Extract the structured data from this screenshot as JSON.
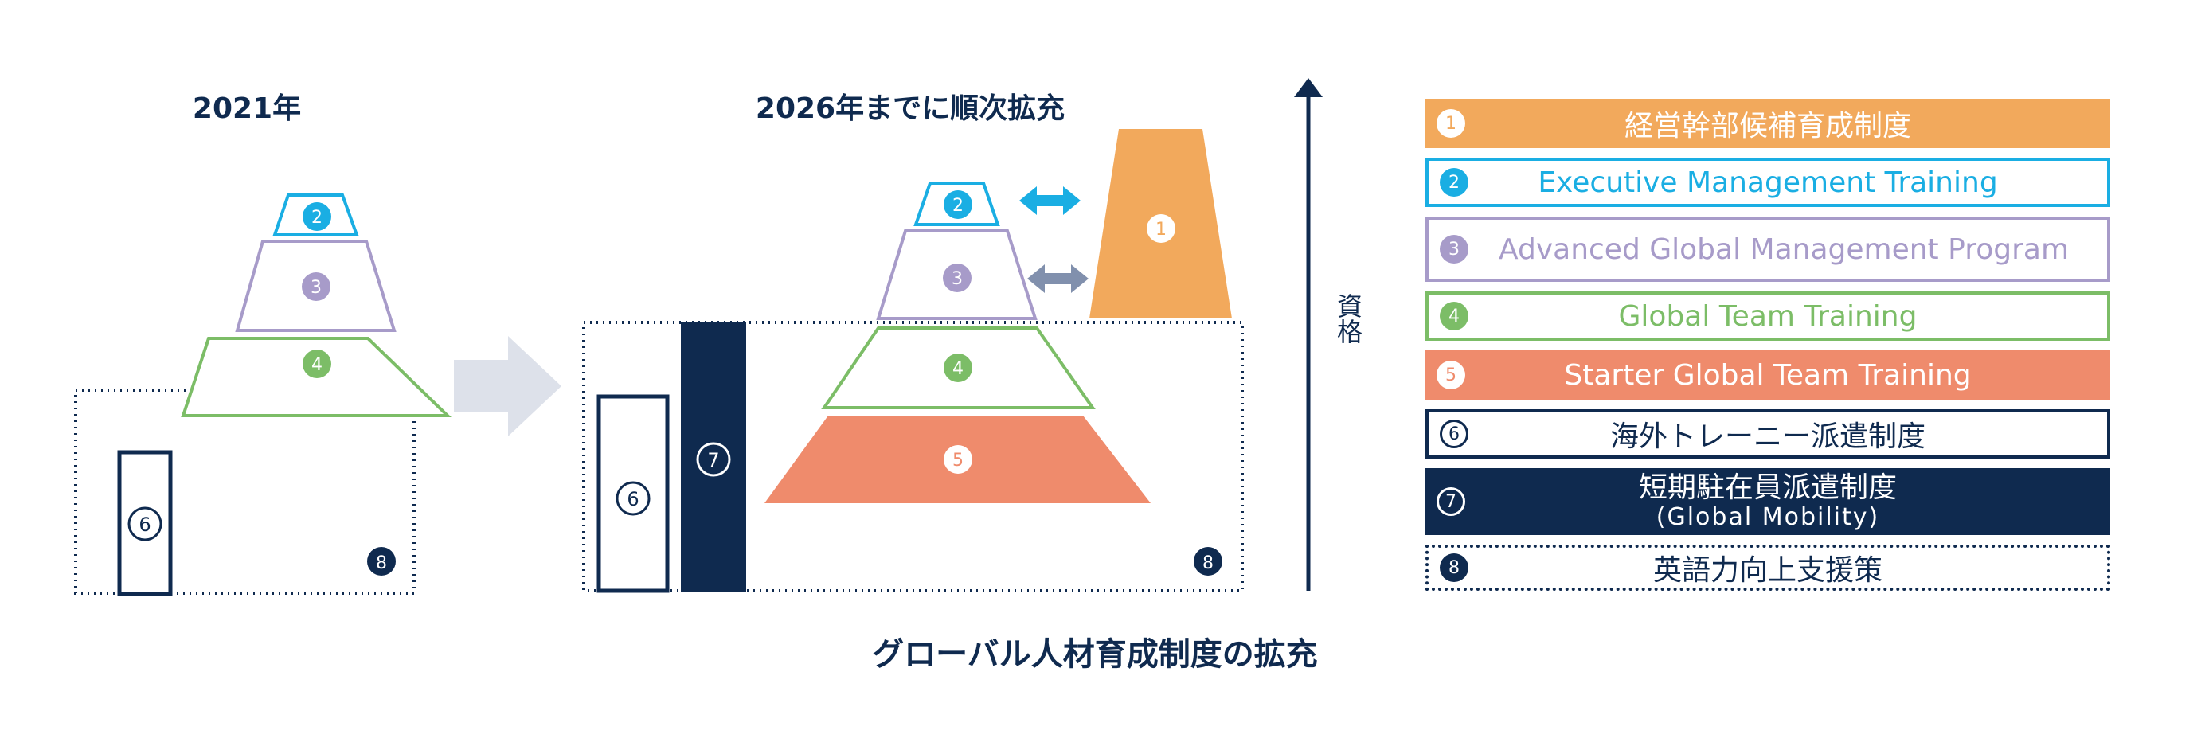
{
  "colors": {
    "navy": "#0f2a4f",
    "orange": "#f2a95c",
    "cyan": "#1aaee3",
    "purple": "#a79bc9",
    "green": "#7cbd67",
    "salmon": "#ef8b6c",
    "arrow_gray": "#dde1ea",
    "dark_arrow_gray": "#8190ad"
  },
  "diagram": {
    "year_2021": "2021年",
    "year_2026": "2026年までに順次拡充",
    "axis_label": "資格",
    "footer_title": "グローバル人材育成制度の拡充",
    "num1": "1",
    "num2": "2",
    "num3": "3",
    "num4": "4",
    "num5": "5",
    "num6": "6",
    "num7": "7",
    "num8": "8"
  },
  "legend": {
    "items": [
      {
        "num": "1",
        "label": "経営幹部候補育成制度"
      },
      {
        "num": "2",
        "label": "Executive Management Training"
      },
      {
        "num": "3",
        "label": "Advanced Global Management Program"
      },
      {
        "num": "4",
        "label": "Global Team Training"
      },
      {
        "num": "5",
        "label": "Starter Global Team Training"
      },
      {
        "num": "6",
        "label": "海外トレーニー派遣制度"
      },
      {
        "num": "7",
        "label": "短期駐在員派遣制度",
        "sublabel": "(Global Mobility)"
      },
      {
        "num": "8",
        "label": "英語力向上支援策"
      }
    ]
  }
}
